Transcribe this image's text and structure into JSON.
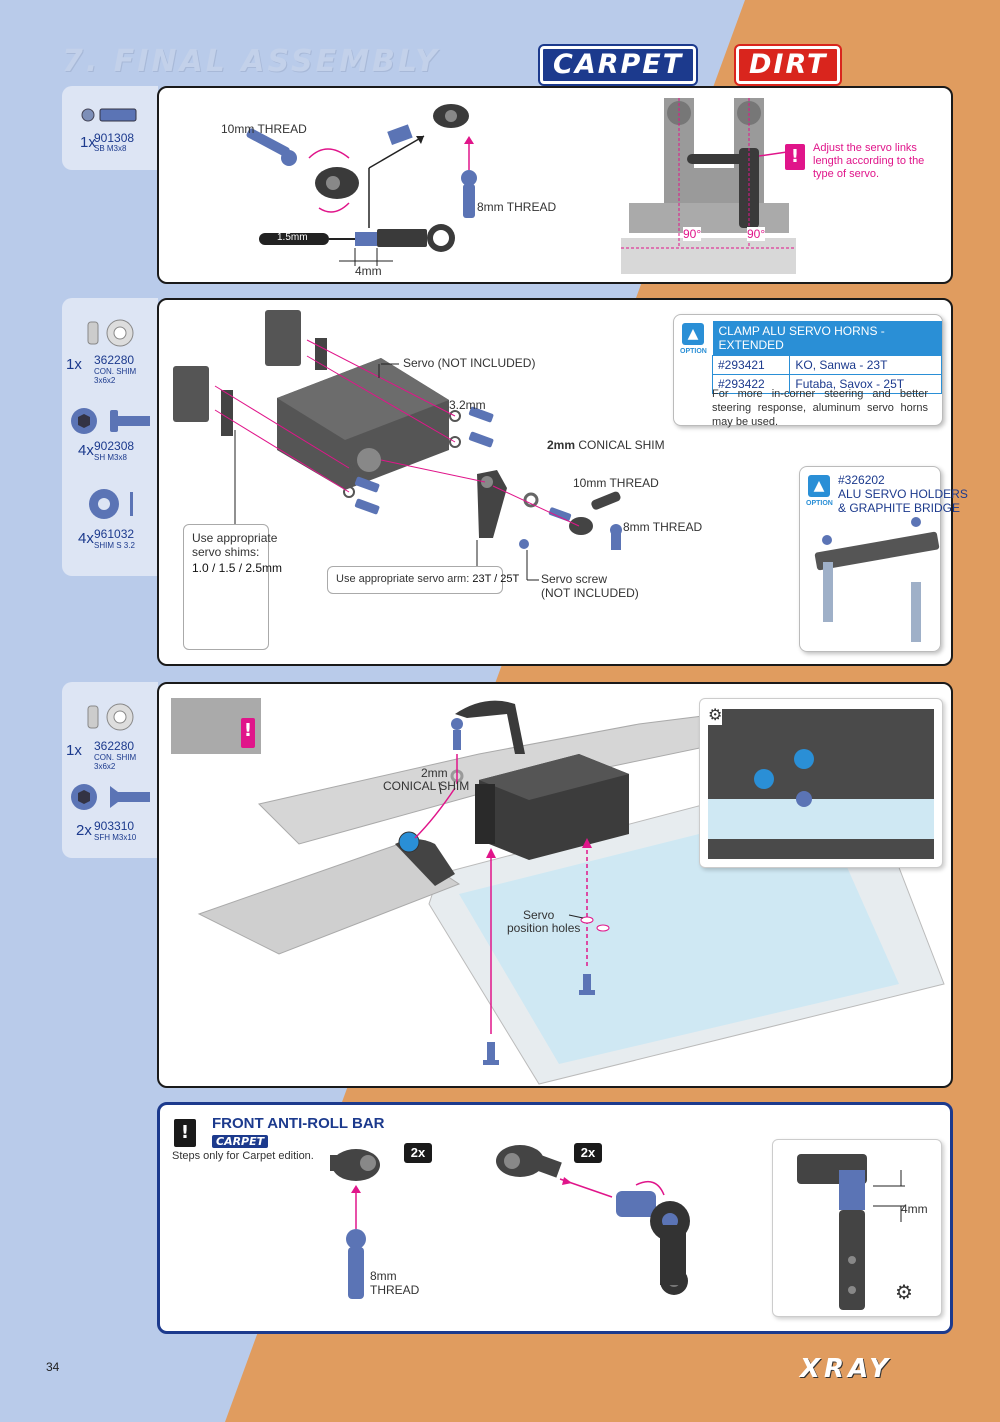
{
  "header": {
    "title": "7. FINAL ASSEMBLY",
    "badge_carpet": "CARPET",
    "badge_dirt": "DIRT"
  },
  "colors": {
    "blue_bg": "#b9cbea",
    "orange_bg": "#e09c5f",
    "accent_blue": "#1c3a8d",
    "magenta": "#e0158a",
    "option_blue": "#2a8fd6"
  },
  "step1": {
    "parts": [
      {
        "qty": "1x",
        "number": "901308",
        "desc": "SB M3x8"
      }
    ],
    "labels": {
      "thread10": "10mm THREAD",
      "thread8": "8mm THREAD",
      "hex": "1.5mm",
      "dim4": "4mm",
      "angle1": "90°",
      "angle2": "90°",
      "adjust_note": "Adjust the servo links length according to the type of servo."
    }
  },
  "step2": {
    "parts": [
      {
        "qty": "1x",
        "number": "362280",
        "desc": "CON. SHIM 3x6x2"
      },
      {
        "qty": "4x",
        "number": "902308",
        "desc": "SH M3x8"
      },
      {
        "qty": "4x",
        "number": "961032",
        "desc": "SHIM S 3.2"
      }
    ],
    "labels": {
      "servo": "Servo (NOT INCLUDED)",
      "size32": "3.2mm",
      "conical_bold": "2mm",
      "conical_rest": " CONICAL SHIM",
      "thread10": "10mm THREAD",
      "thread8": "8mm THREAD",
      "servo_screw": "Servo screw",
      "not_included": "(NOT INCLUDED)",
      "shims_note_line1": "Use appropriate",
      "shims_note_line2": "servo shims:",
      "shims_note_line3": "1.0 / 1.5 / 2.5mm",
      "arm_note": "Use appropriate servo arm:",
      "arm_sizes": "23T / 25T"
    },
    "option_horns": {
      "option_word": "OPTION",
      "title": "CLAMP ALU SERVO HORNS - EXTENDED",
      "rows": [
        {
          "number": "#293421",
          "desc": "KO, Sanwa - 23T"
        },
        {
          "number": "#293422",
          "desc": "Futaba, Savox - 25T"
        }
      ],
      "note": "For more in-corner steering and better steering response, aluminum servo horns may be used."
    },
    "option_holders": {
      "option_word": "OPTION",
      "number": "#326202",
      "line1": "ALU SERVO HOLDERS",
      "line2": "& GRAPHITE BRIDGE"
    }
  },
  "step3": {
    "parts": [
      {
        "qty": "1x",
        "number": "362280",
        "desc": "CON. SHIM 3x6x2"
      },
      {
        "qty": "2x",
        "number": "903310",
        "desc": "SFH M3x10"
      }
    ],
    "labels": {
      "shim_line1": "2mm",
      "shim_line2": "CONICAL SHIM",
      "holes_line1": "Servo",
      "holes_line2": "position holes"
    }
  },
  "step4": {
    "title": "FRONT ANTI-ROLL BAR",
    "carpet": "CARPET",
    "note": "Steps only for Carpet edition.",
    "x2a": "2x",
    "x2b": "2x",
    "thread_line1": "8mm",
    "thread_line2": "THREAD",
    "dim4": "4mm"
  },
  "footer": {
    "page": "34",
    "logo": "XRAY"
  }
}
